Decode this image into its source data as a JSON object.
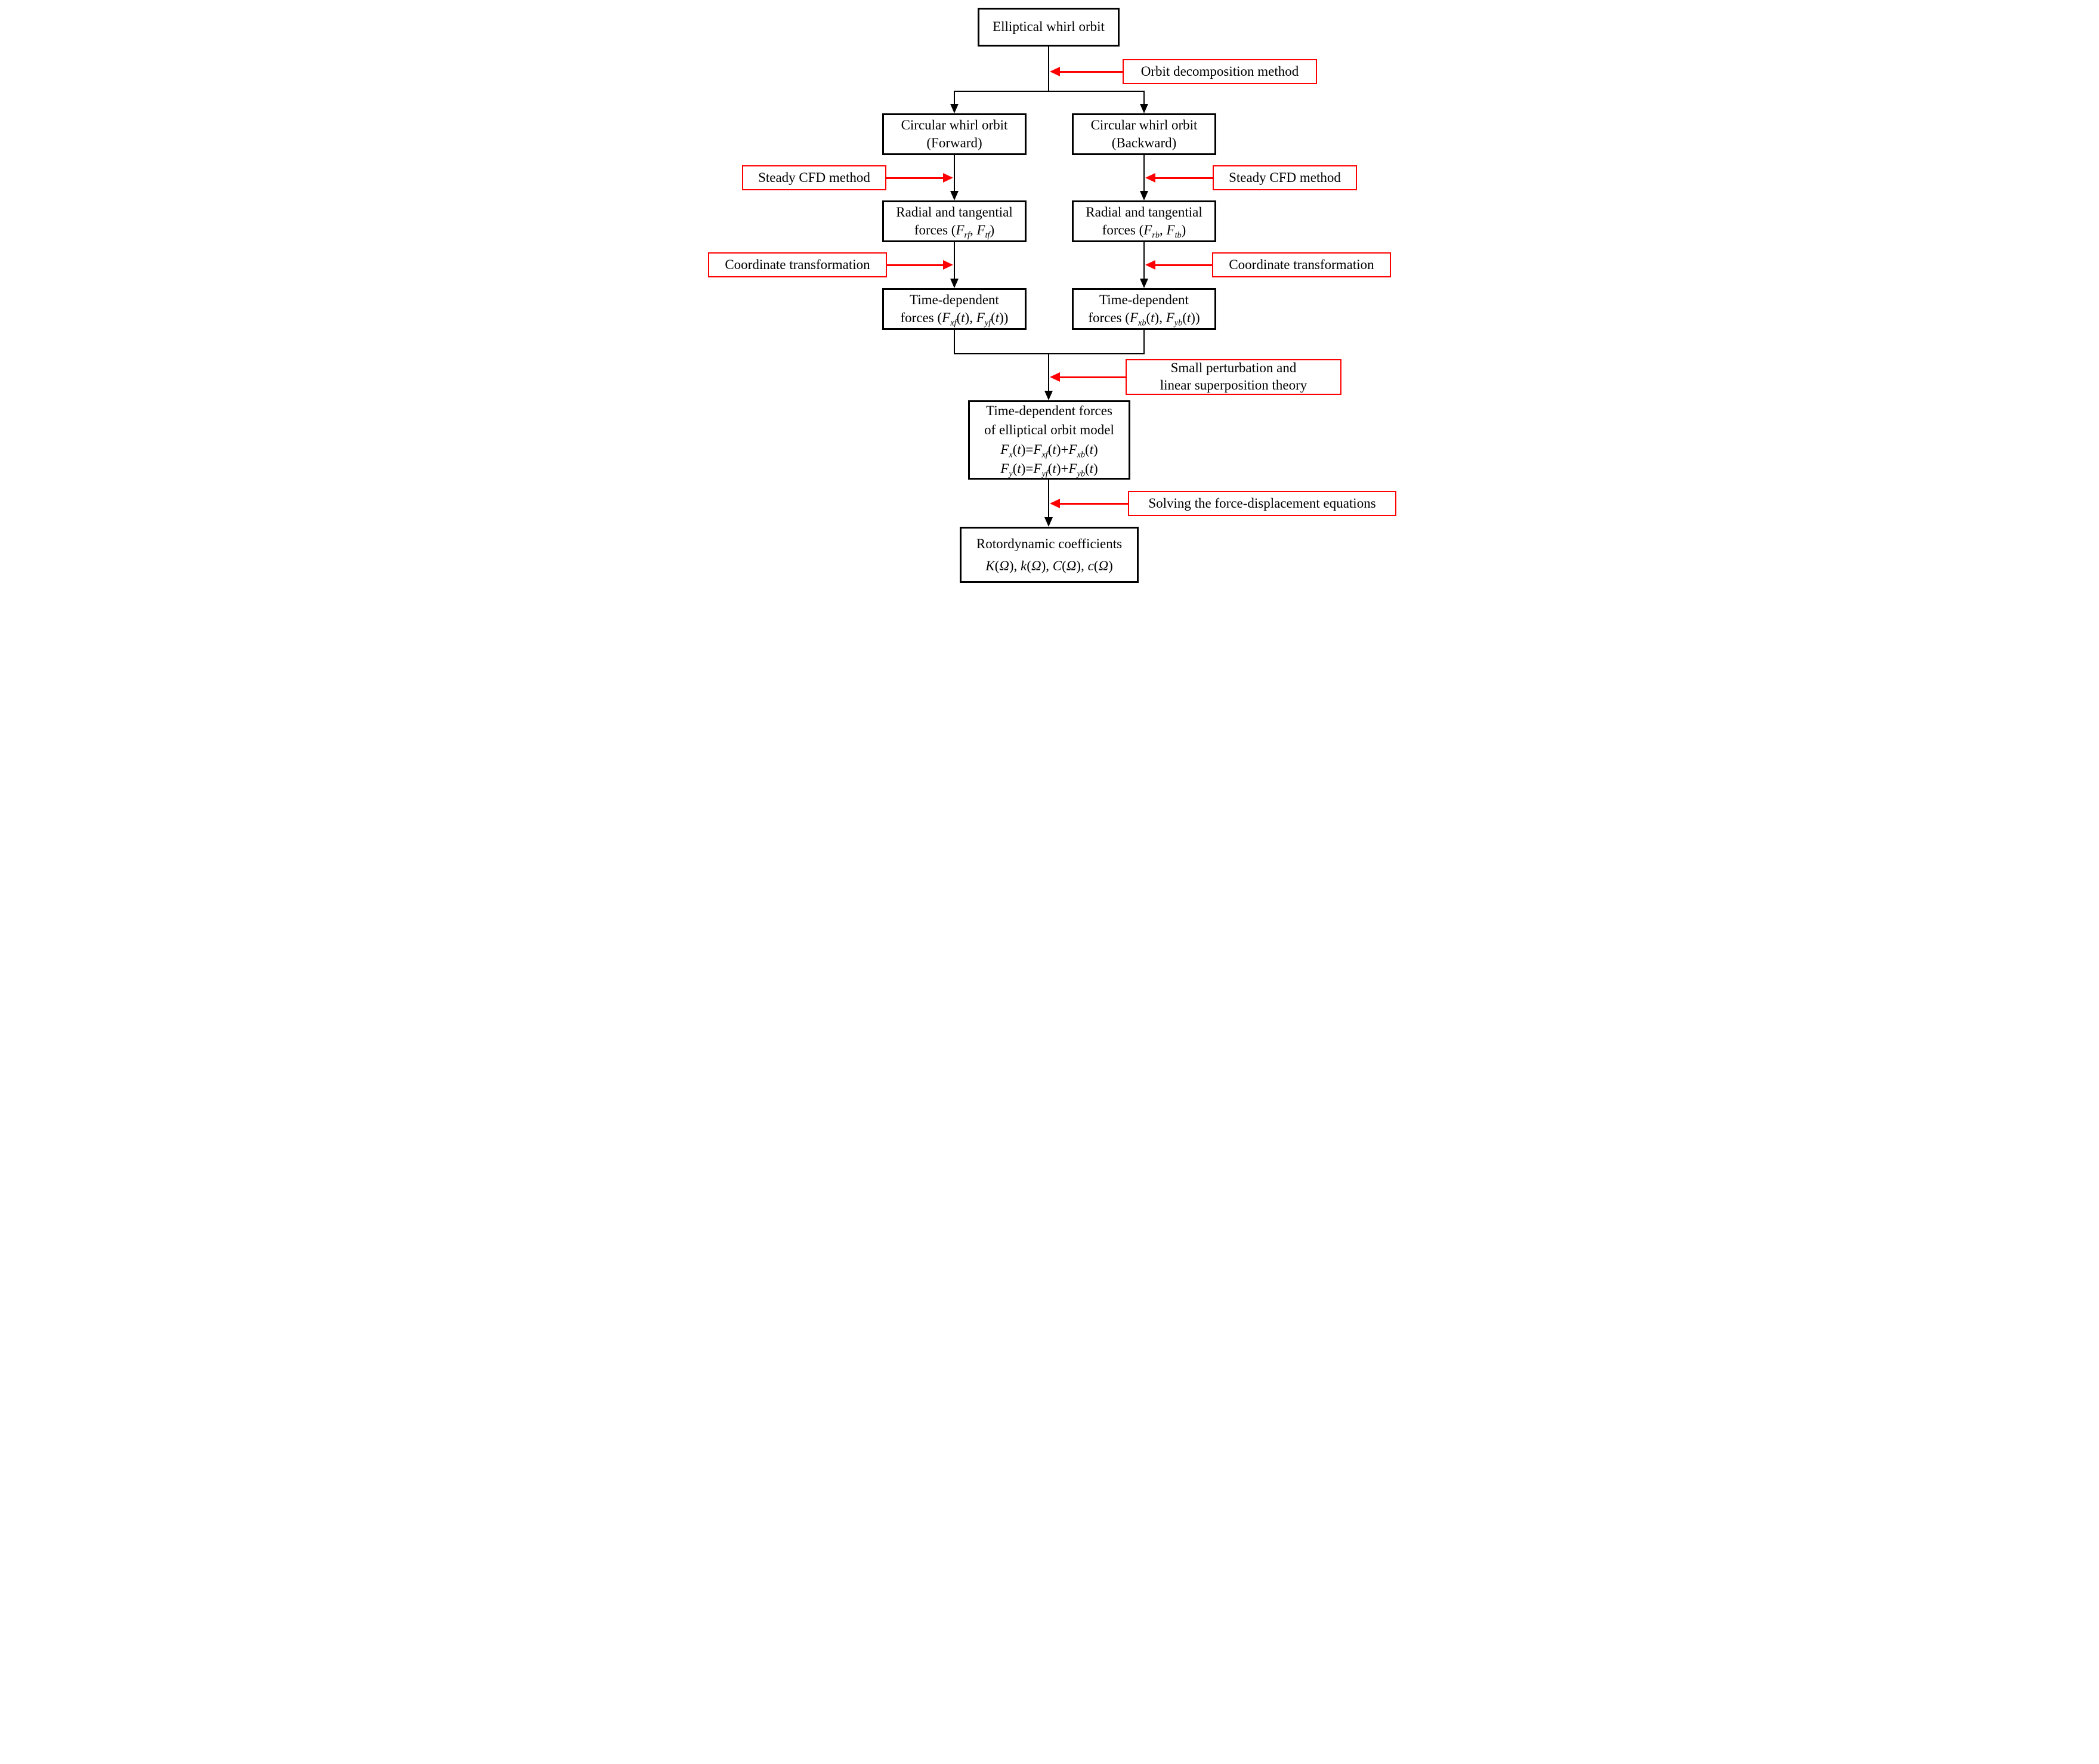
{
  "colors": {
    "accent_red": "#ff0000",
    "line_black": "#000000"
  },
  "nodes": {
    "elliptical_whirl_orbit": {
      "lines": [
        "Elliptical whirl orbit"
      ]
    },
    "circular_forward": {
      "lines": [
        "Circular whirl orbit",
        "(Forward)"
      ]
    },
    "circular_backward": {
      "lines": [
        "Circular whirl orbit",
        "(Backward)"
      ]
    },
    "radial_tangential_forward": {
      "lines": [
        "Radial and tangential",
        "forces (*F*_rf_, *F*_tf_)"
      ]
    },
    "radial_tangential_backward": {
      "lines": [
        "Radial and tangential",
        "forces (*F*_rb_, *F*_tb_)"
      ]
    },
    "time_dependent_forward": {
      "lines": [
        "Time-dependent",
        "forces (*F*_xf_(*t*), *F*_yf_(*t*))"
      ]
    },
    "time_dependent_backward": {
      "lines": [
        "Time-dependent",
        "forces (*F*_xb_(*t*), *F*_yb_(*t*))"
      ]
    },
    "elliptical_model_forces": {
      "lines": [
        "Time-dependent forces",
        "of elliptical orbit model",
        "*F*_x_(*t*)=*F*_xf_(*t*)+*F*_xb_(*t*)",
        "*F*_y_(*t*)=*F*_yf_(*t*)+*F*_yb_(*t*)"
      ]
    },
    "rotordynamic_coefficients": {
      "lines": [
        "Rotordynamic coefficients",
        "*K*(*Ω*), *k*(*Ω*), *C*(*Ω*), *c*(*Ω*)"
      ]
    }
  },
  "method_labels": {
    "orbit_decomposition": {
      "lines": [
        "Orbit decomposition method"
      ]
    },
    "steady_cfd_left": {
      "lines": [
        "Steady CFD method"
      ]
    },
    "steady_cfd_right": {
      "lines": [
        "Steady CFD method"
      ]
    },
    "coordinate_transformation_left": {
      "lines": [
        "Coordinate transformation"
      ]
    },
    "coordinate_transformation_right": {
      "lines": [
        "Coordinate transformation"
      ]
    },
    "small_perturbation": {
      "lines": [
        "Small perturbation and",
        "linear superposition theory"
      ]
    },
    "solving_equations": {
      "lines": [
        "Solving the force-displacement equations"
      ]
    }
  }
}
